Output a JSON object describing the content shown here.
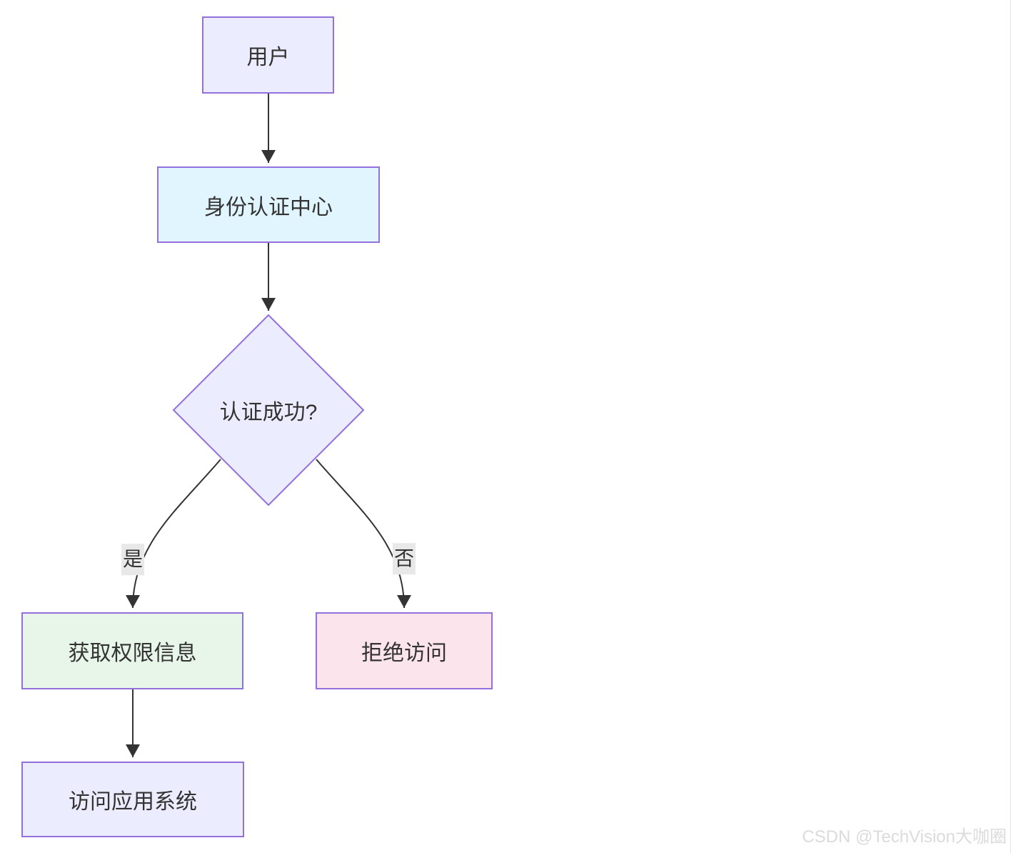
{
  "diagram": {
    "nodes": {
      "user": {
        "label": "用户",
        "fill": "#ECECFF"
      },
      "auth_center": {
        "label": "身份认证中心",
        "fill": "#E1F5FE"
      },
      "auth_success": {
        "label": "认证成功?",
        "fill": "#ECECFF"
      },
      "get_permissions": {
        "label": "获取权限信息",
        "fill": "#E8F5E9"
      },
      "deny_access": {
        "label": "拒绝访问",
        "fill": "#FCE4EC"
      },
      "access_app": {
        "label": "访问应用系统",
        "fill": "#ECECFF"
      }
    },
    "edge_labels": {
      "yes": "是",
      "no": "否"
    },
    "colors": {
      "node_border": "#9370DB",
      "edge_stroke": "#333333",
      "node_text": "#333333",
      "edge_label_bg": "#E8E8E8"
    }
  },
  "watermark": {
    "text": "CSDN @TechVision大咖圈",
    "color": "#DBDBDB"
  }
}
